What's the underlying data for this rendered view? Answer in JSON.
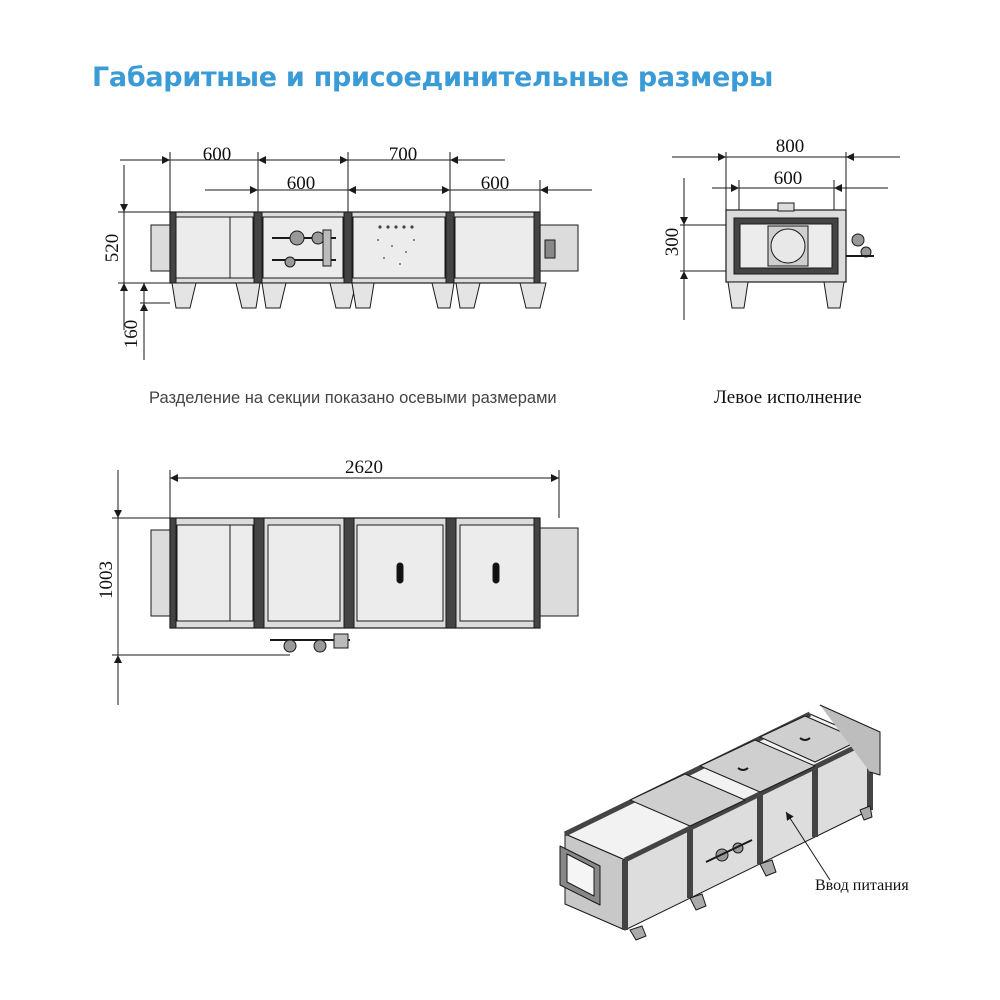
{
  "title": "Габаритные и присоединительные размеры",
  "colors": {
    "title": "#3a9bd6",
    "line": "#1a1a1a",
    "panel": "#dcdcdc",
    "panel_light": "#ececec",
    "frame": "#444444"
  },
  "captions": {
    "sections_note": "Разделение на секции показано осевыми размерами",
    "left_version": "Левое исполнение",
    "power_inlet": "Ввод питания"
  },
  "dimensions": {
    "front_top": [
      "600",
      "700"
    ],
    "front_axes": [
      "600",
      "600"
    ],
    "front_height": "520",
    "front_feet": "160",
    "side_width": "800",
    "side_inner": "600",
    "side_height": "300",
    "plan_length": "2620",
    "plan_width": "1003"
  }
}
